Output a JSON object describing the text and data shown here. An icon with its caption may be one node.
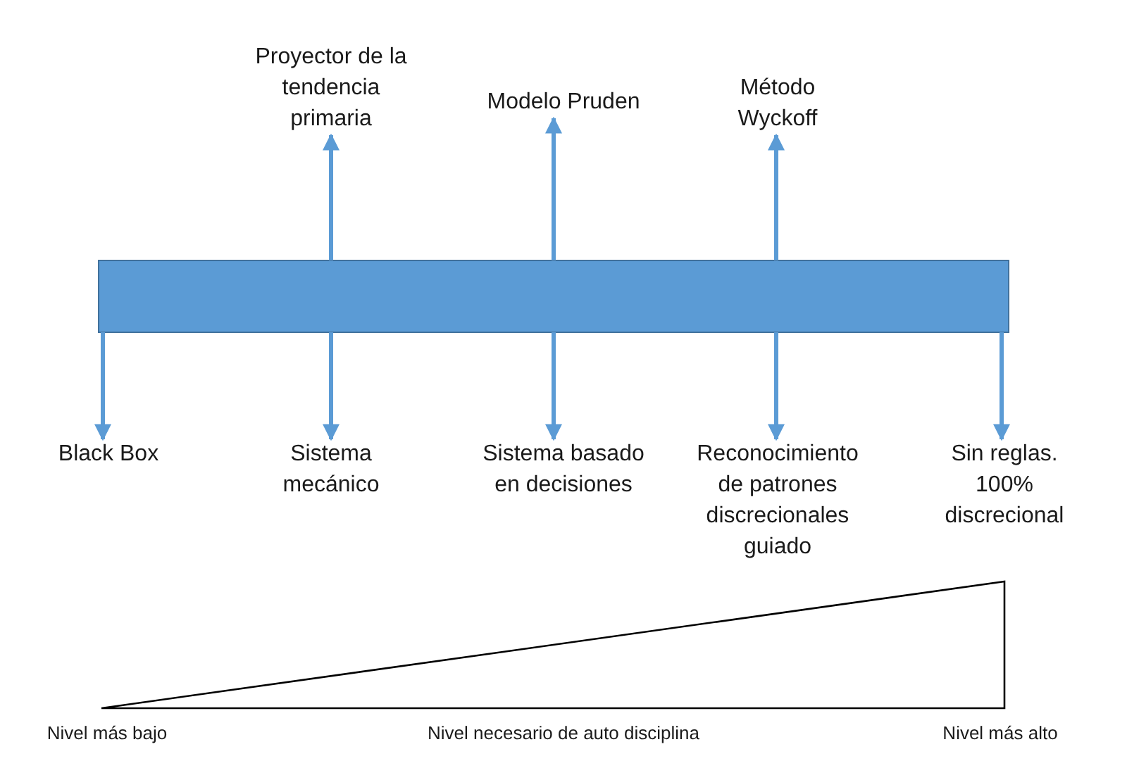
{
  "diagram": {
    "nodes": [
      {
        "text": [],
        "shape": "bar"
      },
      {
        "text": [
          "Proyector de la tendencia primaria"
        ]
      },
      {
        "text": [
          "Modelo Pruden"
        ]
      },
      {
        "text": [
          "Método Wyckoff"
        ]
      },
      {
        "text": [
          "Black Box"
        ]
      },
      {
        "text": [
          "Sistema mecánico"
        ]
      },
      {
        "text": [
          "Sistema basado en decisiones"
        ]
      },
      {
        "text": [
          "Reconocimiento de patrones discrecionales guiado"
        ]
      },
      {
        "text": [
          "Sin reglas. 100% discrecional"
        ]
      },
      {
        "text": [],
        "shape": "triangle"
      }
    ],
    "edges": [
      {
        "from": 0,
        "to": 1,
        "arrow": "to"
      },
      {
        "from": 0,
        "to": 2,
        "arrow": "to"
      },
      {
        "from": 0,
        "to": 3,
        "arrow": "to"
      },
      {
        "from": 0,
        "to": 4,
        "arrow": "to"
      },
      {
        "from": 0,
        "to": 5,
        "arrow": "to"
      },
      {
        "from": 0,
        "to": 6,
        "arrow": "to"
      },
      {
        "from": 0,
        "to": 7,
        "arrow": "to"
      },
      {
        "from": 0,
        "to": 8,
        "arrow": "to"
      }
    ],
    "labels": [
      "Nivel más bajo",
      "Nivel necesario de auto disciplina",
      "Nivel más alto"
    ]
  }
}
